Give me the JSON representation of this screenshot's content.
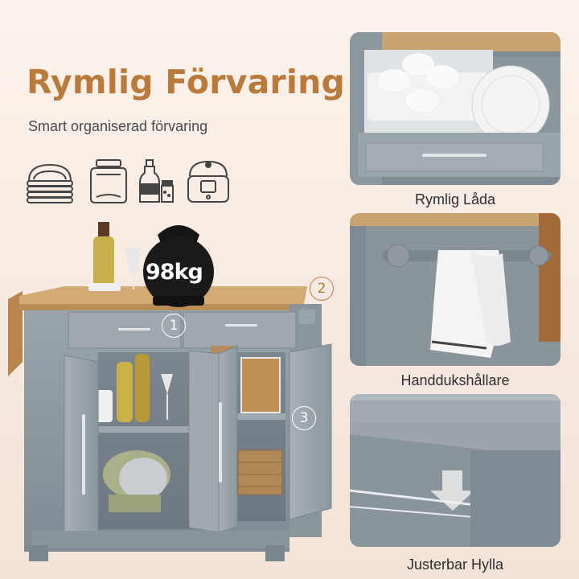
{
  "headline": "Rymlig Förvaring",
  "subline": "Smart organiserad förvaring",
  "icons": [
    "plates-icon",
    "jar-icon",
    "bottles-icon",
    "rice-cooker-icon"
  ],
  "weight_label": "98kg",
  "badges": [
    "1",
    "2",
    "3"
  ],
  "panels": [
    {
      "caption": "Rymlig Låda"
    },
    {
      "caption": "Handdukshållare"
    },
    {
      "caption": "Justerbar Hylla"
    }
  ],
  "colors": {
    "accent": "#b97a3c",
    "cabinet_gray": "#8f9aa2",
    "wood_top": "#d2ab74"
  }
}
